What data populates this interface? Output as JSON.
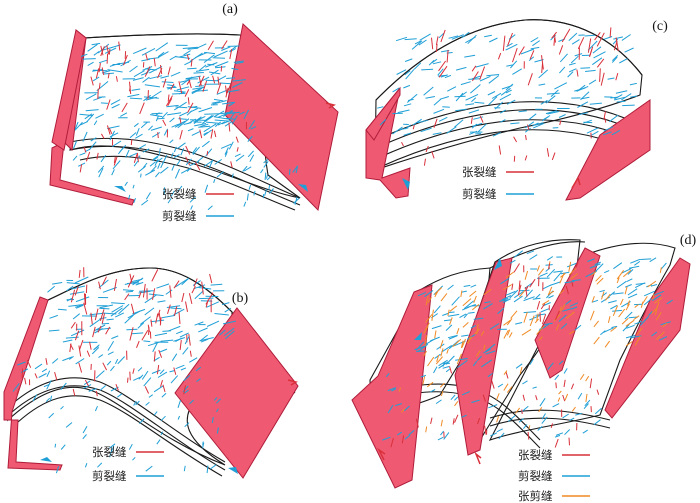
{
  "colors": {
    "tension": "#d9303a",
    "shear": "#1f9fd6",
    "tension_shear": "#f08a24",
    "fault_plane": "#ef5a72",
    "outline": "#1a1a1a"
  },
  "panels": [
    {
      "id": "a",
      "label": "(a)",
      "legend": [
        {
          "label": "张裂缝",
          "color": "#d9303a"
        },
        {
          "label": "剪裂缝",
          "color": "#1f9fd6"
        }
      ]
    },
    {
      "id": "b",
      "label": "(b)",
      "legend": [
        {
          "label": "张裂缝",
          "color": "#d9303a"
        },
        {
          "label": "剪裂缝",
          "color": "#1f9fd6"
        }
      ]
    },
    {
      "id": "c",
      "label": "(c)",
      "legend": [
        {
          "label": "张裂缝",
          "color": "#d9303a"
        },
        {
          "label": "剪裂缝",
          "color": "#1f9fd6"
        }
      ]
    },
    {
      "id": "d",
      "label": "(d)",
      "legend": [
        {
          "label": "张裂缝",
          "color": "#d9303a"
        },
        {
          "label": "剪裂缝",
          "color": "#1f9fd6"
        },
        {
          "label": "张剪缝",
          "color": "#f08a24"
        }
      ]
    }
  ]
}
